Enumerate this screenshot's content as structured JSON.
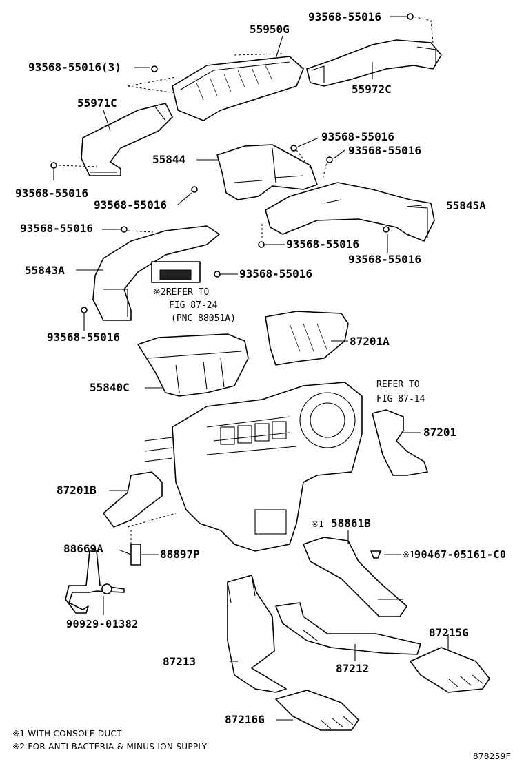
{
  "parts": {
    "p55950G": "55950G",
    "p93568_top_right": "93568-55016",
    "p93568_3": "93568-55016(3)",
    "p55972C": "55972C",
    "p55971C": "55971C",
    "p93568_b1": "93568-55016",
    "p93568_b2": "93568-55016",
    "p55844": "55844",
    "p93568_left1": "93568-55016",
    "p93568_mid1": "93568-55016",
    "p55845A": "55845A",
    "p93568_left2": "93568-55016",
    "p93568_mid2": "93568-55016",
    "p93568_right3": "93568-55016",
    "p55843A": "55843A",
    "p93568_mid3": "93568-55016",
    "p93568_bottom_left": "93568-55016",
    "p87201A": "87201A",
    "p55840C": "55840C",
    "p87201": "87201",
    "p87201B": "87201B",
    "p58861B": "58861B",
    "p88669A": "88669A",
    "p88897P": "88897P",
    "p90467": "90467-05161-C0",
    "p90929": "90929-01382",
    "p87215G": "87215G",
    "p87213": "87213",
    "p87212": "87212",
    "p87216G": "87216G"
  },
  "refs": {
    "ref1_line1": "※2REFER TO",
    "ref1_line2": "FIG 87-24",
    "ref1_line3": "(PNC 88051A)",
    "ref2_line1": "REFER TO",
    "ref2_line2": "FIG 87-14",
    "mark1_58861B": "※1",
    "mark1_90467": "※1"
  },
  "notes": {
    "note1": "※1 WITH CONSOLE DUCT",
    "note2": "※2 FOR ANTI-BACTERIA & MINUS ION SUPPLY",
    "figure_code": "878259F"
  }
}
